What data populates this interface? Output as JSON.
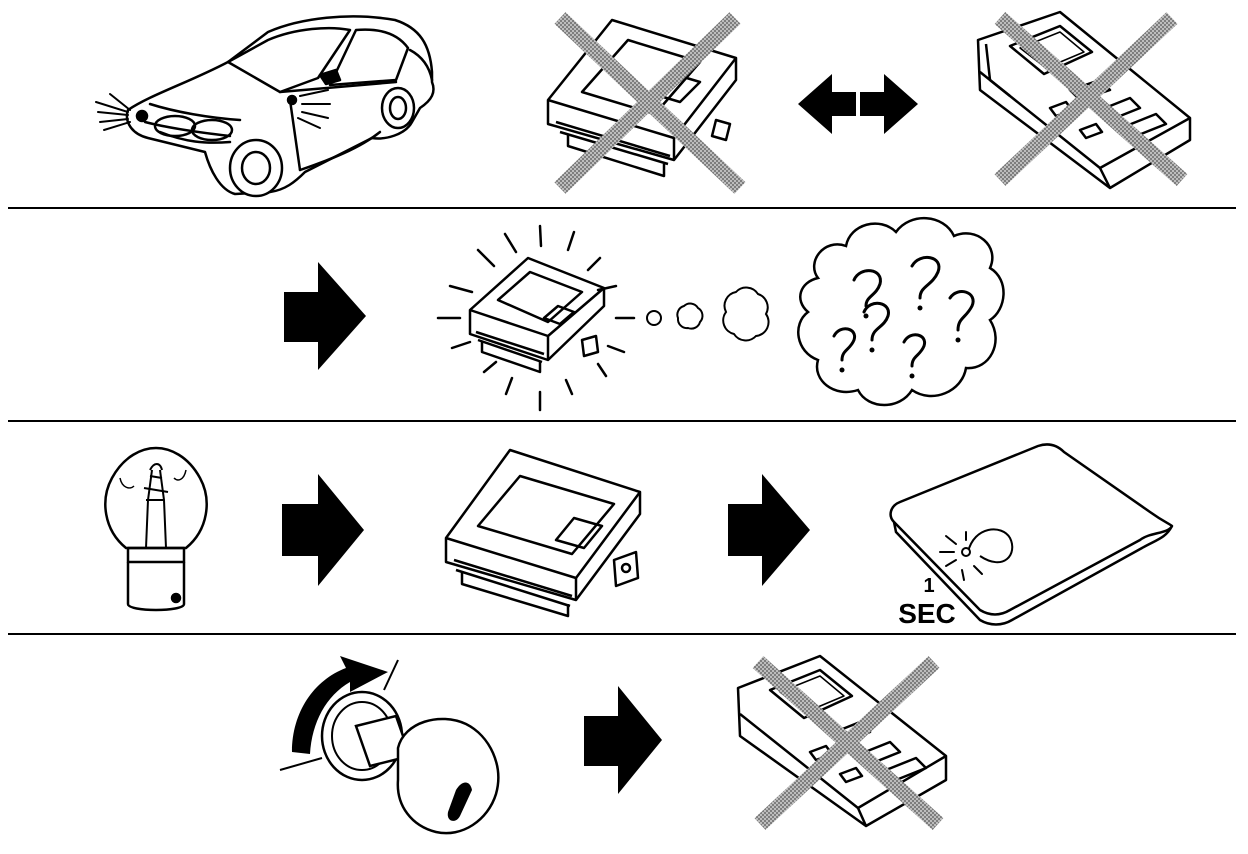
{
  "timer_label": {
    "number": "1",
    "unit": "SEC"
  },
  "colors": {
    "line": "#000000",
    "cross": "#9a9a9a",
    "background": "#ffffff"
  },
  "rows": [
    {
      "name": "row-1",
      "items": [
        "car-icon",
        "control-unit-crossed-icon",
        "swap-arrows-icon",
        "remote-handset-crossed-icon"
      ]
    },
    {
      "name": "row-2",
      "items": [
        "arrow-right-icon",
        "control-unit-flashing-icon",
        "thought-cloud-question-icon"
      ]
    },
    {
      "name": "row-3",
      "items": [
        "bulb-icon",
        "arrow-right-icon",
        "control-unit-icon",
        "arrow-right-icon",
        "indicator-panel-icon"
      ]
    },
    {
      "name": "row-4",
      "items": [
        "ignition-key-turn-icon",
        "arrow-right-icon",
        "remote-handset-crossed-icon"
      ]
    }
  ]
}
